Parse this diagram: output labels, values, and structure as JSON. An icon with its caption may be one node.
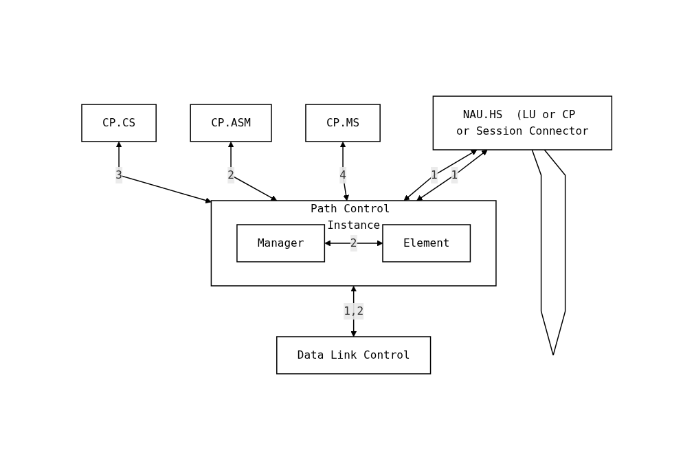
{
  "diagram": {
    "nodes": [
      {
        "text": [
          "CP.CS"
        ]
      },
      {
        "text": [
          "CP.ASM"
        ]
      },
      {
        "text": [
          "CP.MS"
        ]
      },
      {
        "text": [
          "NAU.HS  (LU or CP or Session Connector"
        ]
      },
      {
        "text": [
          "Path Control Instance"
        ]
      },
      {
        "text": [
          "Manager"
        ],
        "in": 4
      },
      {
        "text": [
          "Element"
        ],
        "in": 4
      },
      {
        "text": [
          "Data Link Control"
        ]
      }
    ],
    "edges": [
      {
        "from": 0,
        "to": 4,
        "arrow": "both",
        "label": "3"
      },
      {
        "from": 1,
        "to": 4,
        "arrow": "both",
        "label": "2"
      },
      {
        "from": 2,
        "to": 4,
        "arrow": "both",
        "label": "4"
      },
      {
        "from": 3,
        "to": 4,
        "arrow": "both",
        "label": "1"
      },
      {
        "from": 3,
        "to": 4,
        "arrow": "both",
        "label": "1"
      },
      {
        "from": 3,
        "to": 3,
        "arrow": "none"
      },
      {
        "from": 5,
        "to": 6,
        "arrow": "both",
        "label": "2"
      },
      {
        "from": 4,
        "to": 7,
        "arrow": "both",
        "label": "1,2"
      }
    ]
  }
}
